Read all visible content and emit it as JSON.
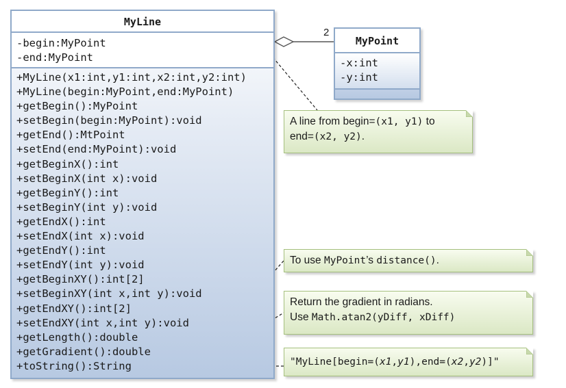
{
  "myline": {
    "name": "MyLine",
    "attributes": [
      "-begin:MyPoint",
      "-end:MyPoint"
    ],
    "methods": [
      "+MyLine(x1:int,y1:int,x2:int,y2:int)",
      "+MyLine(begin:MyPoint,end:MyPoint)",
      "+getBegin():MyPoint",
      "+setBegin(begin:MyPoint):void",
      "+getEnd():MtPoint",
      "+setEnd(end:MyPoint):void",
      "+getBeginX():int",
      "+setBeginX(int x):void",
      "+getBeginY():int",
      "+setBeginY(int y):void",
      "+getEndX():int",
      "+setEndX(int x):void",
      "+getEndY():int",
      "+setEndY(int y):void",
      "+getBeginXY():int[2]",
      "+setBeginXY(int x,int y):void",
      "+getEndXY():int[2]",
      "+setEndXY(int x,int y):void",
      "+getLength():double",
      "+getGradient():double",
      "+toString():String"
    ]
  },
  "mypoint": {
    "name": "MyPoint",
    "attributes": [
      "-x:int",
      "-y:int"
    ]
  },
  "association": {
    "multiplicity": "2"
  },
  "notes": {
    "begin_end": {
      "line1_a": "A line from begin=",
      "line1_b": "(x1, y1)",
      "line1_c": " to",
      "line2_a": "end=",
      "line2_b": "(x2, y2)",
      "line2_c": "."
    },
    "length": {
      "a": "To use ",
      "b": "MyPoint",
      "c": "’s ",
      "d": "distance()",
      "e": "."
    },
    "gradient": {
      "line1": "Return the gradient in radians.",
      "line2_a": "Use ",
      "line2_b": "Math.atan2(yDiff, xDiff)"
    },
    "tostring": {
      "p1": "\"MyLine[begin=(",
      "x1": "x1",
      "c1": ",",
      "y1": "y1",
      "p2": "),end=(",
      "x2": "x2",
      "c2": ",",
      "y2": "y2",
      "p3": ")]\""
    }
  },
  "colors": {
    "class_border": "#8fa9c9",
    "class_fill_bottom": "#b7c9e2",
    "note_border": "#a4bf7d",
    "note_fill": "#dbe8c5"
  }
}
